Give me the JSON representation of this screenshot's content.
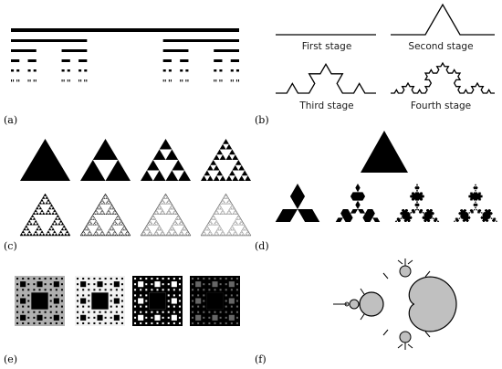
{
  "panels": [
    {
      "id": "a",
      "label": "(a)"
    },
    {
      "id": "b",
      "label": "(b)"
    },
    {
      "id": "c",
      "label": "(c)"
    },
    {
      "id": "d",
      "label": "(d)"
    },
    {
      "id": "e",
      "label": "(e)"
    },
    {
      "id": "f",
      "label": "(f)"
    }
  ],
  "koch_curve_stages": [
    "First stage",
    "Second stage",
    "Third stage",
    "Fourth stage"
  ],
  "colors": {
    "ink": "#000000",
    "gray_fill": "#b0b0b0",
    "mandelbrot_fill": "#c0c0c0"
  }
}
